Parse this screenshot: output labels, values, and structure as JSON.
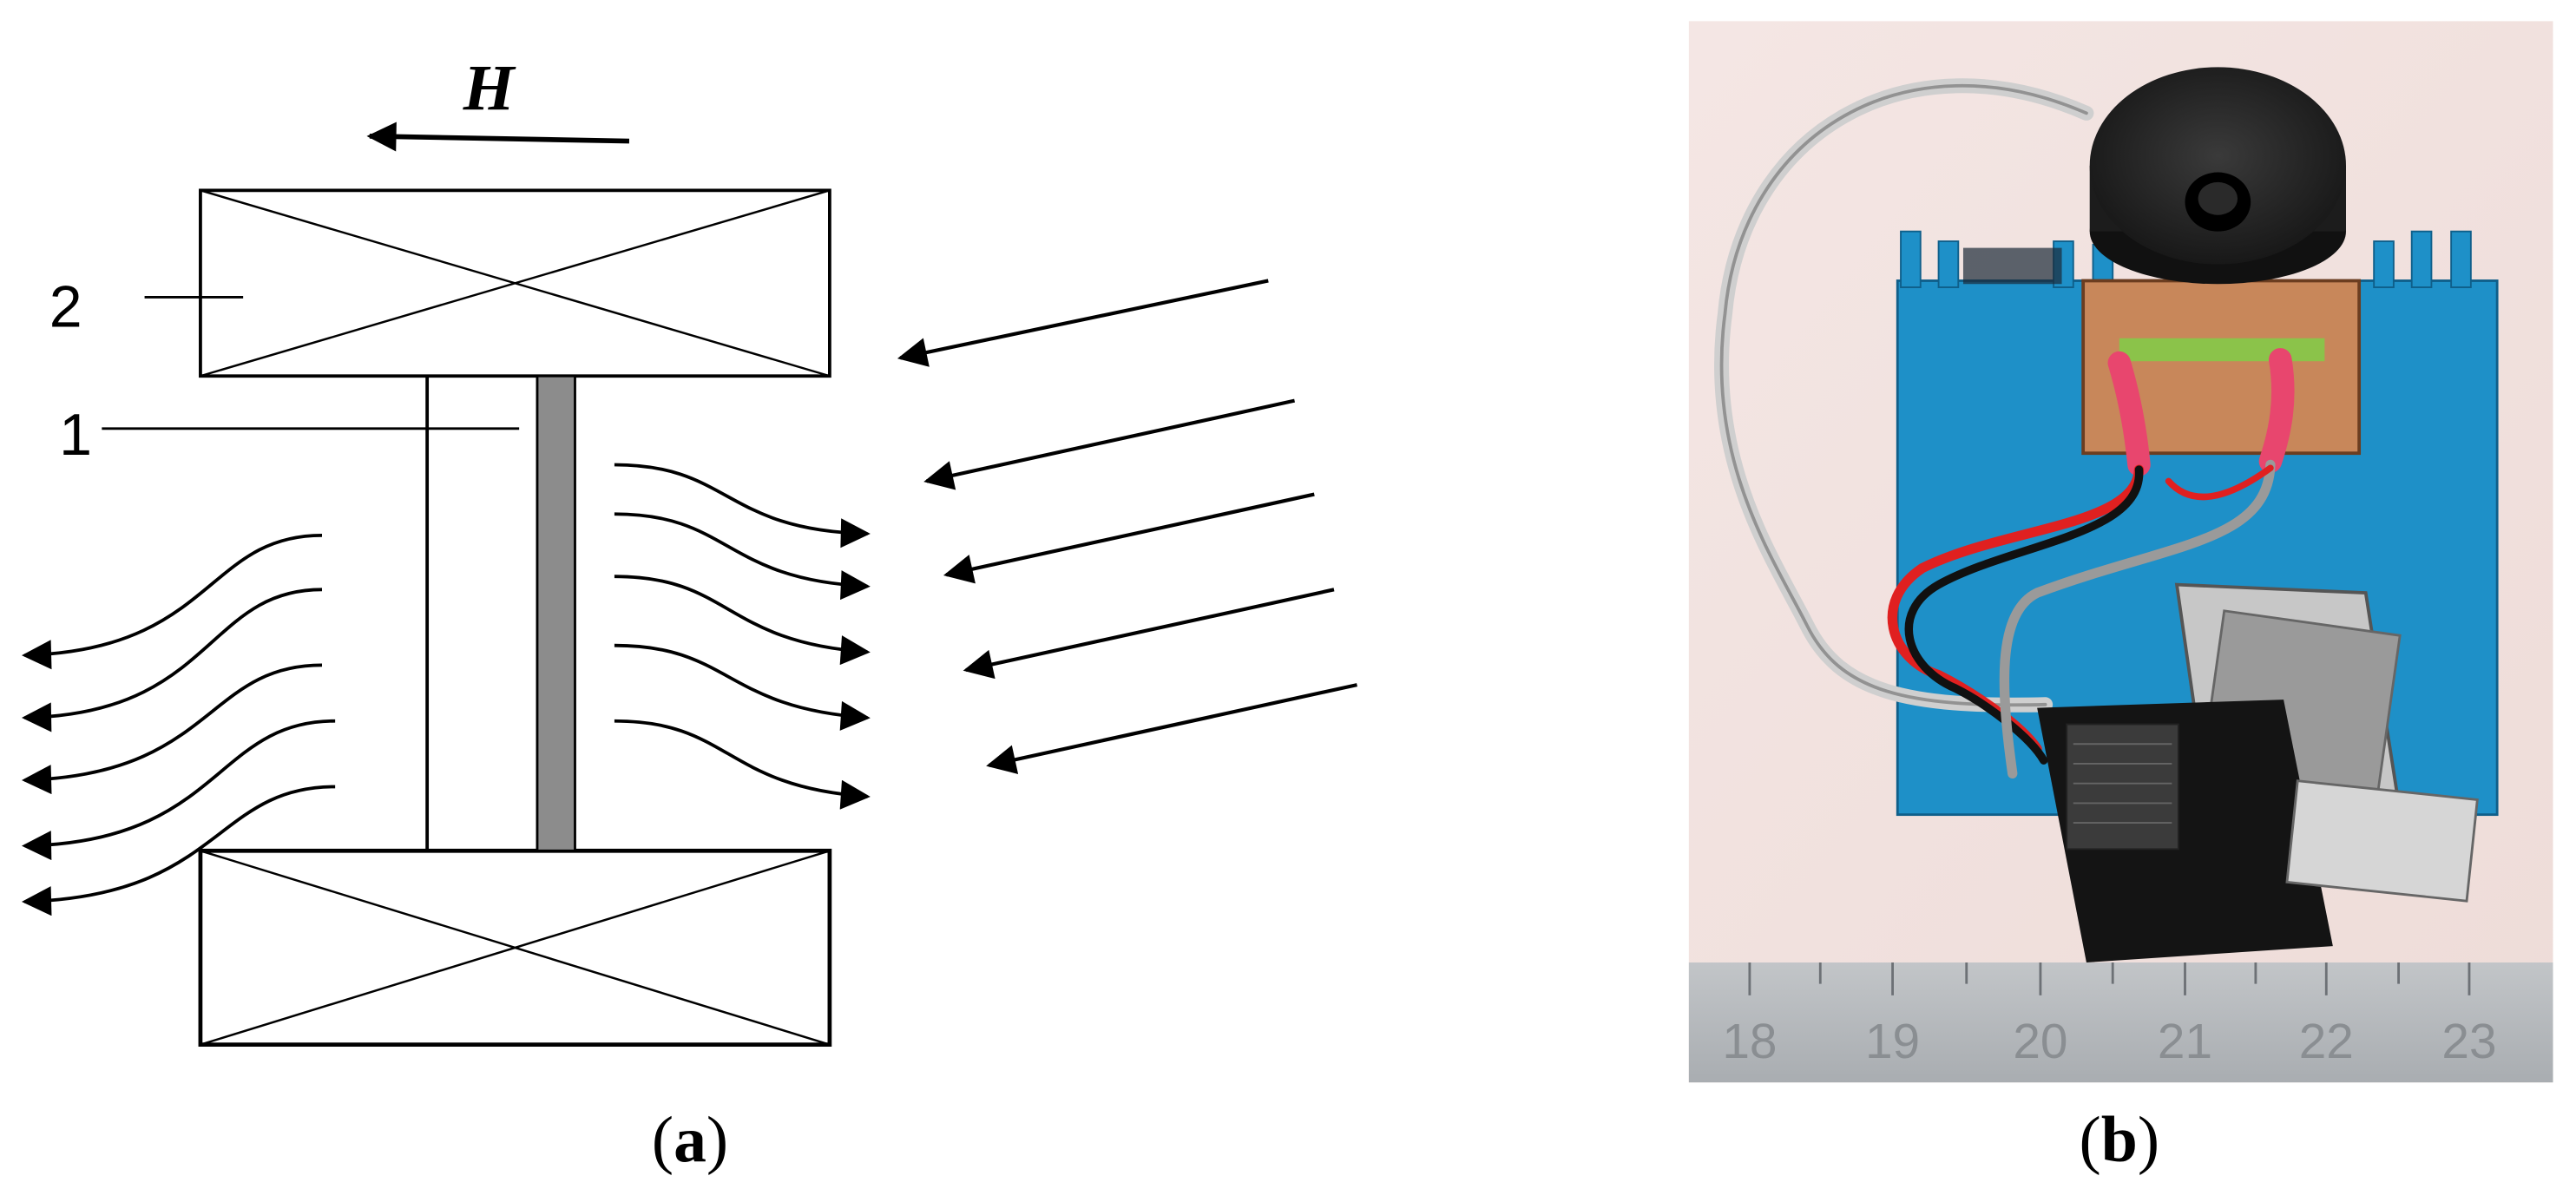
{
  "panel_a": {
    "field_symbol": "H",
    "label_coil": "2",
    "label_sample": "1",
    "caption_open": "(",
    "caption_letter": "a",
    "caption_close": ")"
  },
  "panel_b": {
    "ruler_numbers": [
      "18",
      "19",
      "20",
      "21",
      "22",
      "23"
    ],
    "caption_open": "(",
    "caption_letter": "b",
    "caption_close": ")"
  },
  "colors": {
    "stroke": "#000000",
    "sample_fill": "#8c8c8c",
    "blue_device": "#1e90c8",
    "photo_background": "#f2e4e0",
    "ruler": "#b5b8bc"
  }
}
